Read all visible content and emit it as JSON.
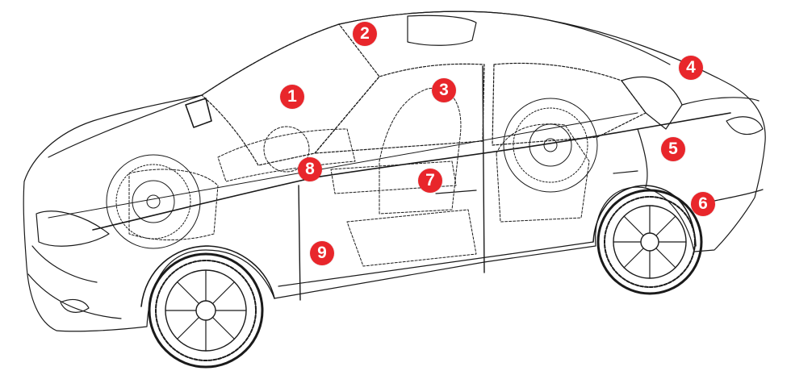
{
  "diagram": {
    "subject": "car-wireframe",
    "marker_color": "#e8262b",
    "line_color": "#1a1a1a",
    "markers": [
      {
        "id": "1",
        "label": "1"
      },
      {
        "id": "2",
        "label": "2"
      },
      {
        "id": "3",
        "label": "3"
      },
      {
        "id": "4",
        "label": "4"
      },
      {
        "id": "5",
        "label": "5"
      },
      {
        "id": "6",
        "label": "6"
      },
      {
        "id": "7",
        "label": "7"
      },
      {
        "id": "8",
        "label": "8"
      },
      {
        "id": "9",
        "label": "9"
      }
    ]
  }
}
